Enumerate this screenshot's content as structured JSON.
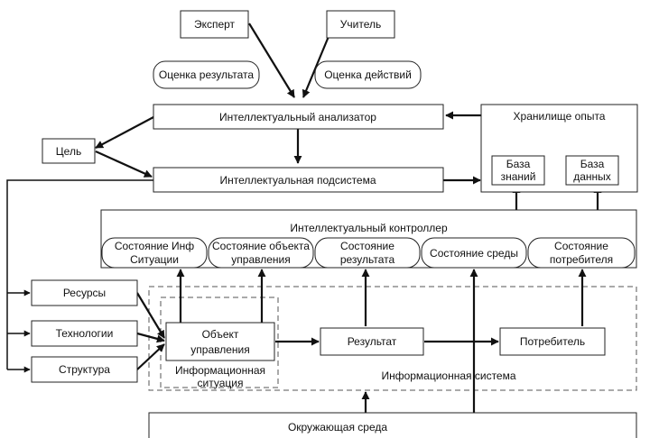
{
  "nodes": {
    "expert": "Эксперт",
    "teacher": "Учитель",
    "result_eval": "Оценка результата",
    "action_eval": "Оценка действий",
    "analyzer": "Интеллектуальный анализатор",
    "experience_store": "Хранилище опыта",
    "knowledge_base": [
      "База",
      "знаний"
    ],
    "database": [
      "База",
      "данных"
    ],
    "goal": "Цель",
    "subsystem": "Интеллектуальная подсистема",
    "controller": "Интеллектуальный контроллер",
    "state_info": [
      "Состояние Инф",
      "Ситуации"
    ],
    "state_object": [
      "Состояние объекта",
      "управления"
    ],
    "state_result": [
      "Состояние",
      "результата"
    ],
    "state_env": "Состояние среды",
    "state_consumer": [
      "Состояние",
      "потребителя"
    ],
    "resources": "Ресурсы",
    "technologies": "Технологии",
    "structure": "Структура",
    "control_object": [
      "Объект",
      "управления"
    ],
    "info_situation": [
      "Информационная",
      "ситуация"
    ],
    "result": "Результат",
    "consumer": "Потребитель",
    "info_system": "Информационная система",
    "environment": "Окружающая среда"
  },
  "colors": {
    "line": "#111111",
    "box_border": "#222222",
    "dash": "#555555",
    "background": "#ffffff"
  }
}
